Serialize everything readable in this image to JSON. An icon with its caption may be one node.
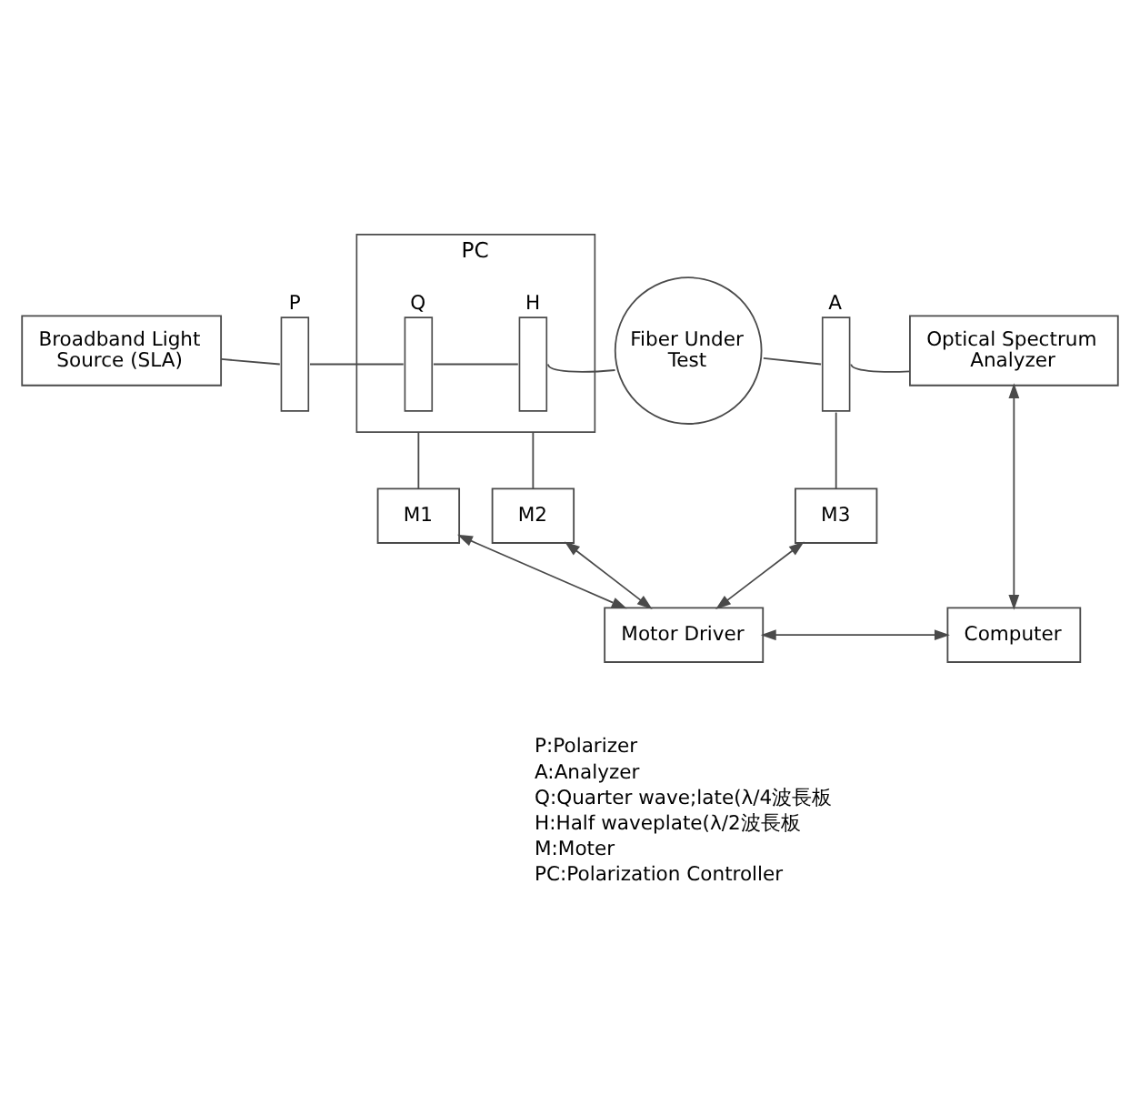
{
  "diagram": {
    "nodes": [
      {
        "text": [
          "Broadband Light Source (SLA)"
        ]
      },
      {
        "text": [
          "P"
        ]
      },
      {
        "text": [
          "PC"
        ]
      },
      {
        "text": [
          "Q"
        ],
        "in": 2
      },
      {
        "text": [
          "H"
        ],
        "in": 2
      },
      {
        "text": [
          "Fiber Under Test"
        ]
      },
      {
        "text": [
          "A"
        ]
      },
      {
        "text": [
          "Optical Spectrum Analyzer"
        ]
      },
      {
        "text": [
          "M1"
        ]
      },
      {
        "text": [
          "M2"
        ]
      },
      {
        "text": [
          "M3"
        ]
      },
      {
        "text": [
          "Motor Driver"
        ]
      },
      {
        "text": [
          "Computer"
        ]
      }
    ],
    "edges": [
      {
        "from": 0,
        "to": 1,
        "arrow": "none"
      },
      {
        "from": 1,
        "to": 3,
        "arrow": "none"
      },
      {
        "from": 3,
        "to": 4,
        "arrow": "none"
      },
      {
        "from": 4,
        "to": 5,
        "arrow": "none"
      },
      {
        "from": 5,
        "to": 6,
        "arrow": "none"
      },
      {
        "from": 6,
        "to": 7,
        "arrow": "none"
      },
      {
        "from": 3,
        "to": 8,
        "arrow": "none"
      },
      {
        "from": 4,
        "to": 9,
        "arrow": "none"
      },
      {
        "from": 6,
        "to": 10,
        "arrow": "none"
      },
      {
        "from": 8,
        "to": 11,
        "arrow": "both"
      },
      {
        "from": 9,
        "to": 11,
        "arrow": "both"
      },
      {
        "from": 10,
        "to": 11,
        "arrow": "both"
      },
      {
        "from": 11,
        "to": 12,
        "arrow": "both"
      },
      {
        "from": 7,
        "to": 12,
        "arrow": "both"
      }
    ],
    "labels": [
      "P:Polarizer",
      "A:Analyzer",
      "Q:Quarter wave;late(λ/4波長板",
      "H:Half waveplate(λ/2波長板",
      "M:Moter",
      "PC:Polarization Controller"
    ]
  }
}
